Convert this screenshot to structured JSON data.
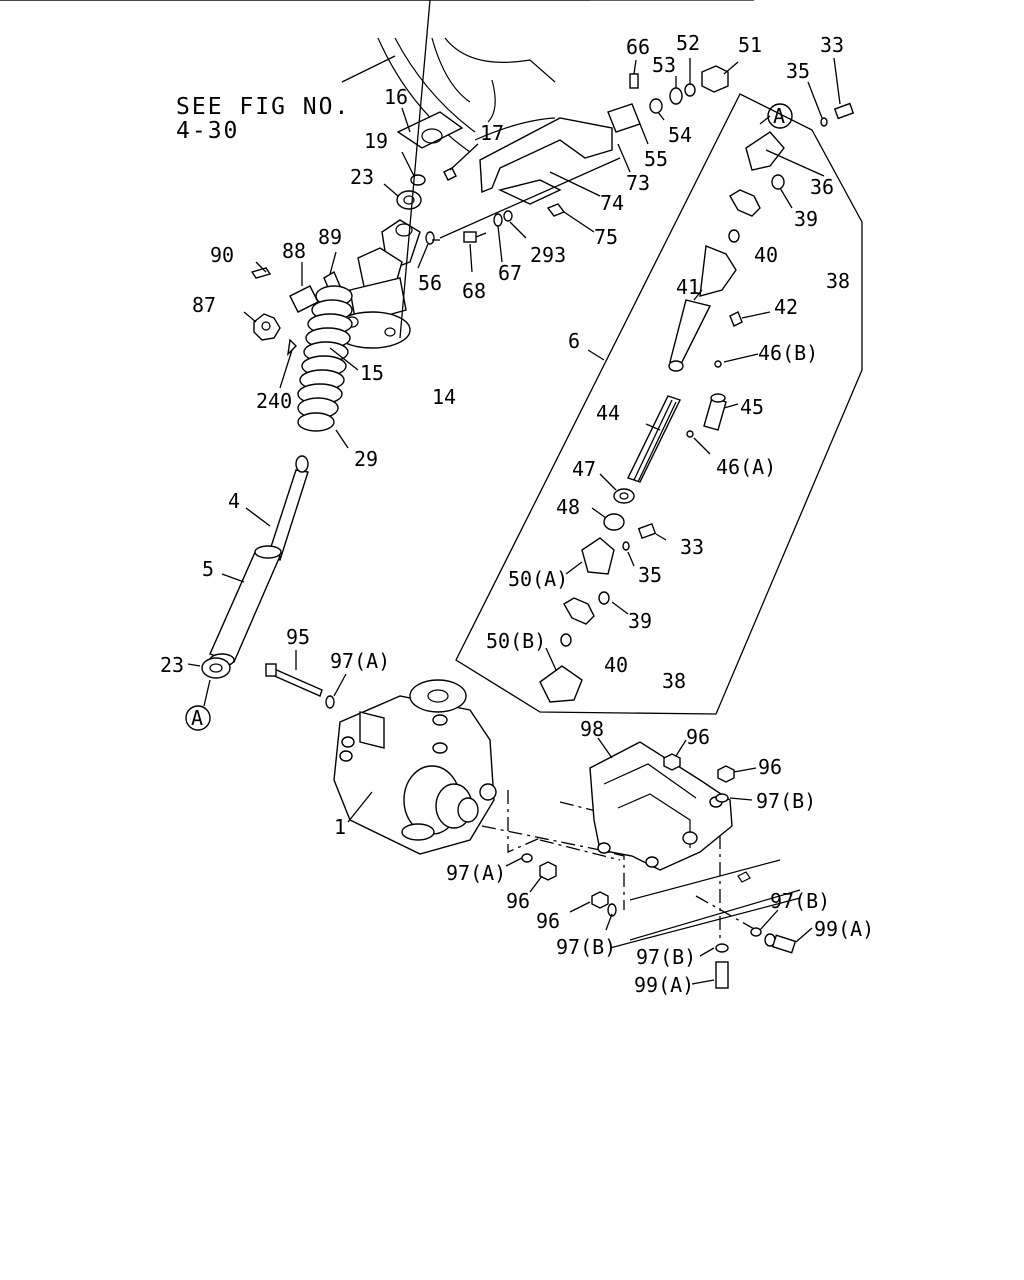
{
  "note": {
    "line1": "SEE FIG NO.",
    "line2": "4-30"
  },
  "labels": {
    "l1": "1",
    "l4": "4",
    "l5": "5",
    "l6": "6",
    "l14": "14",
    "l15": "15",
    "l16": "16",
    "l17": "17",
    "l19": "19",
    "l23a": "23",
    "l23b": "23",
    "l29": "29",
    "l33a": "33",
    "l33b": "33",
    "l35a": "35",
    "l35b": "35",
    "l36": "36",
    "l38a": "38",
    "l38b": "38",
    "l39a": "39",
    "l39b": "39",
    "l40a": "40",
    "l40b": "40",
    "l41": "41",
    "l42": "42",
    "l44": "44",
    "l45": "45",
    "l46a": "46(A)",
    "l46b": "46(B)",
    "l47": "47",
    "l48": "48",
    "l50a": "50(A)",
    "l50b": "50(B)",
    "l51": "51",
    "l52": "52",
    "l53": "53",
    "l54": "54",
    "l55": "55",
    "l56": "56",
    "l66": "66",
    "l67": "67",
    "l68": "68",
    "l73": "73",
    "l74": "74",
    "l75": "75",
    "l87": "87",
    "l88": "88",
    "l89": "89",
    "l90": "90",
    "l95": "95",
    "l96a": "96",
    "l96b": "96",
    "l96c": "96",
    "l96d": "96",
    "l97a1": "97(A)",
    "l97a2": "97(A)",
    "l97b1": "97(B)",
    "l97b2": "97(B)",
    "l97b3": "97(B)",
    "l97b4": "97(B)",
    "l98": "98",
    "l99a1": "99(A)",
    "l99a2": "99(A)",
    "l240": "240",
    "l293": "293"
  },
  "refs": {
    "circle_a_top": "A",
    "circle_a_bottom": "A"
  }
}
